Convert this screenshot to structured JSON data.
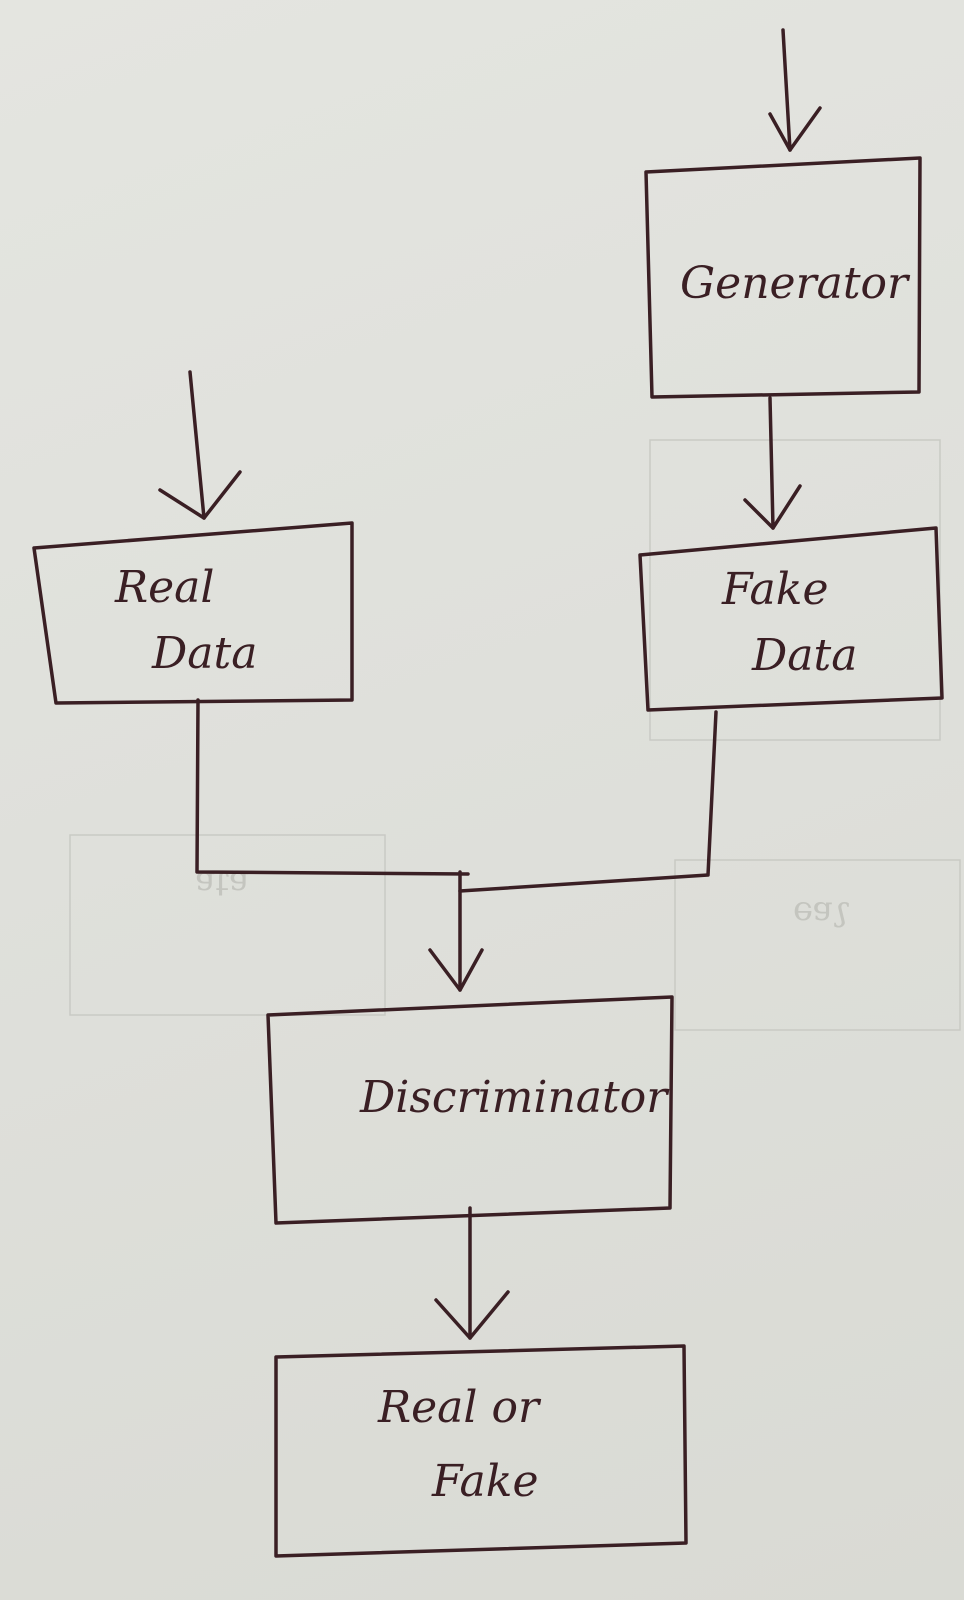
{
  "nodes": {
    "generator": {
      "lines": [
        "Generator"
      ]
    },
    "real_data": {
      "lines": [
        "Real",
        "Data"
      ]
    },
    "fake_data": {
      "lines": [
        "Fake",
        "Data"
      ]
    },
    "discriminator": {
      "lines": [
        "Discriminator"
      ]
    },
    "output": {
      "lines": [
        "Real or",
        "Fake"
      ]
    }
  },
  "edges": [
    {
      "from": "input",
      "to": "generator"
    },
    {
      "from": "input",
      "to": "real_data"
    },
    {
      "from": "generator",
      "to": "fake_data"
    },
    {
      "from": "real_data",
      "to": "discriminator"
    },
    {
      "from": "fake_data",
      "to": "discriminator"
    },
    {
      "from": "discriminator",
      "to": "output"
    }
  ],
  "colors": {
    "ink": "#3a1f24",
    "paper": "#e0e1dc"
  }
}
